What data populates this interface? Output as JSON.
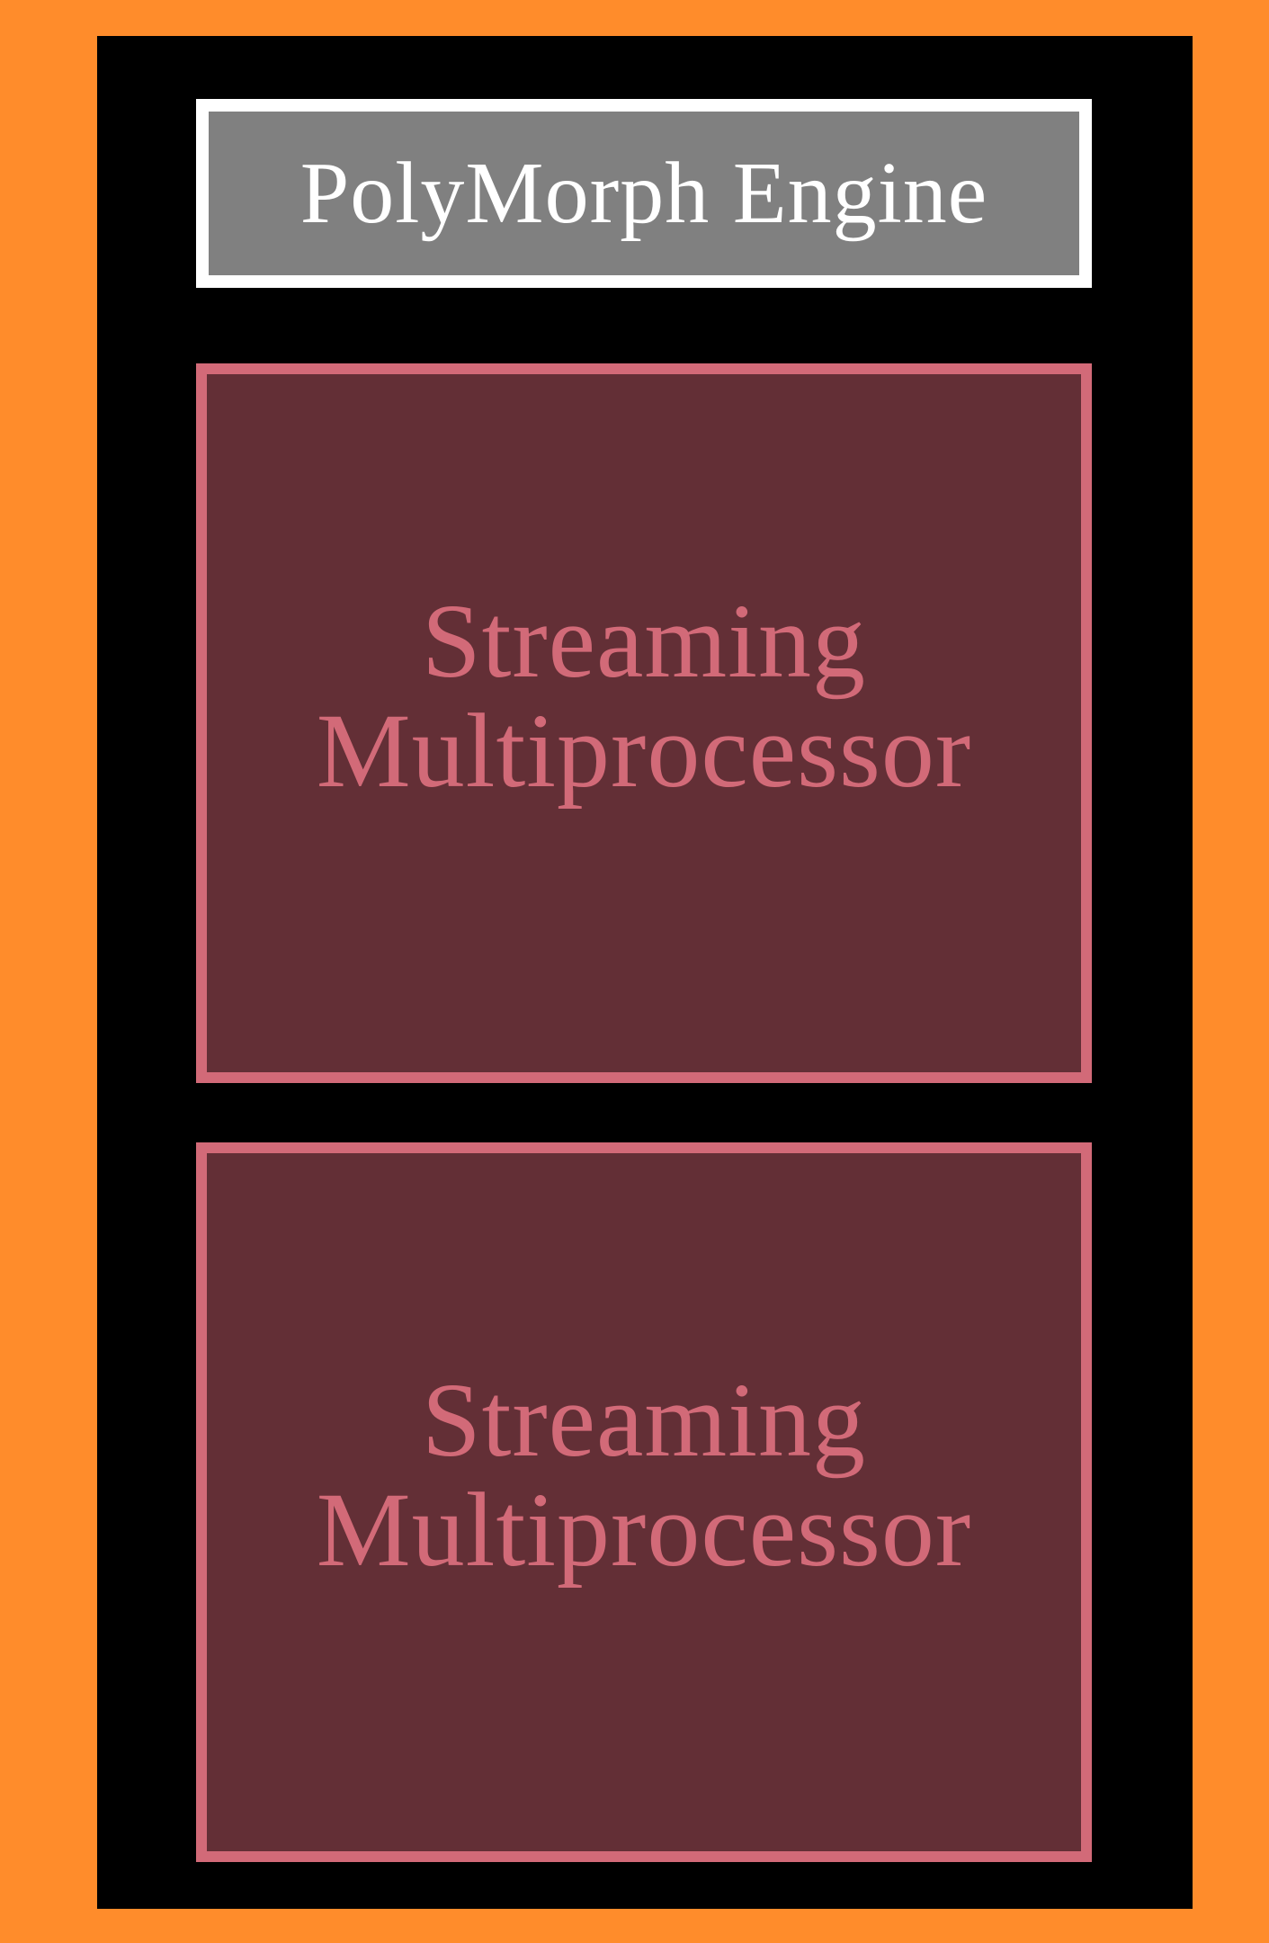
{
  "colors": {
    "frame": "#FF8C2B",
    "panel": "#000000",
    "engine_fill": "#808080",
    "engine_border": "#FFFFFF",
    "engine_text": "#FFFFFF",
    "sm_fill": "#632F36",
    "sm_border": "#D26A78",
    "sm_text": "#D26A78"
  },
  "diagram": {
    "engine": {
      "label": "PolyMorph Engine"
    },
    "processors": [
      {
        "line1": "Streaming",
        "line2": "Multiprocessor"
      },
      {
        "line1": "Streaming",
        "line2": "Multiprocessor"
      }
    ]
  }
}
